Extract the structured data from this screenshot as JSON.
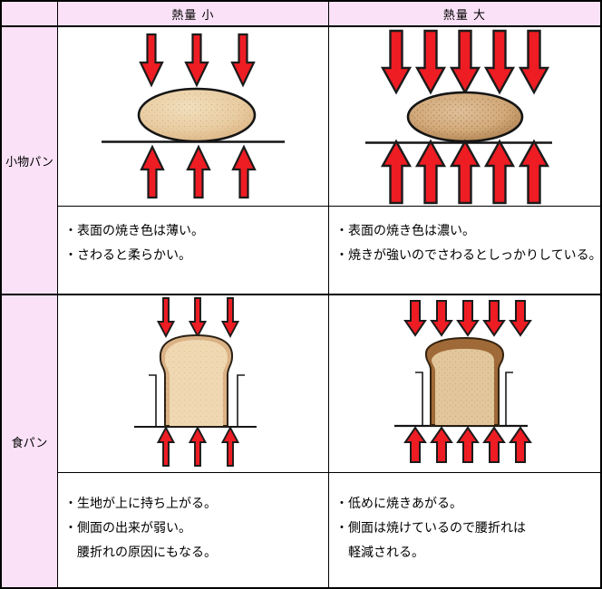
{
  "header": {
    "corner_label": "",
    "col_small": "熱量 小",
    "col_large": "熱量 大"
  },
  "rows": [
    {
      "label": "小物パン",
      "cells": {
        "small": {
          "illustration": "oval-bread-with-3-heat-arrows",
          "notes": [
            "・表面の焼き色は薄い。",
            "・さわると柔らかい。"
          ]
        },
        "large": {
          "illustration": "oval-bread-with-5-heat-arrows",
          "notes": [
            "・表面の焼き色は濃い。",
            "・焼きが強いのでさわるとしっかりしている。"
          ]
        }
      }
    },
    {
      "label": "食パン",
      "cells": {
        "small": {
          "illustration": "pan-loaf-with-3-heat-arrows",
          "notes": [
            "・生地が上に持ち上がる。",
            "・側面の出来が弱い。",
            "　腰折れの原因にもなる。"
          ]
        },
        "large": {
          "illustration": "pan-loaf-with-5-heat-arrows",
          "notes": [
            "・低めに焼きあがる。",
            "・側面は焼けているので腰折れは",
            "　軽減される。"
          ]
        }
      }
    }
  ],
  "icons": {
    "heat_arrow": "red-heat-arrow",
    "oven_shelf": "oven-shelf-line",
    "bread_pan": "bread-pan-outline"
  },
  "colors": {
    "header_bg": "#FAE1F7",
    "arrow_red": "#EE1C23",
    "bread_light": "#E9CDA2",
    "bread_dark": "#C89A6B",
    "loaf_crust_dark": "#A06A38",
    "border": "#000000"
  }
}
